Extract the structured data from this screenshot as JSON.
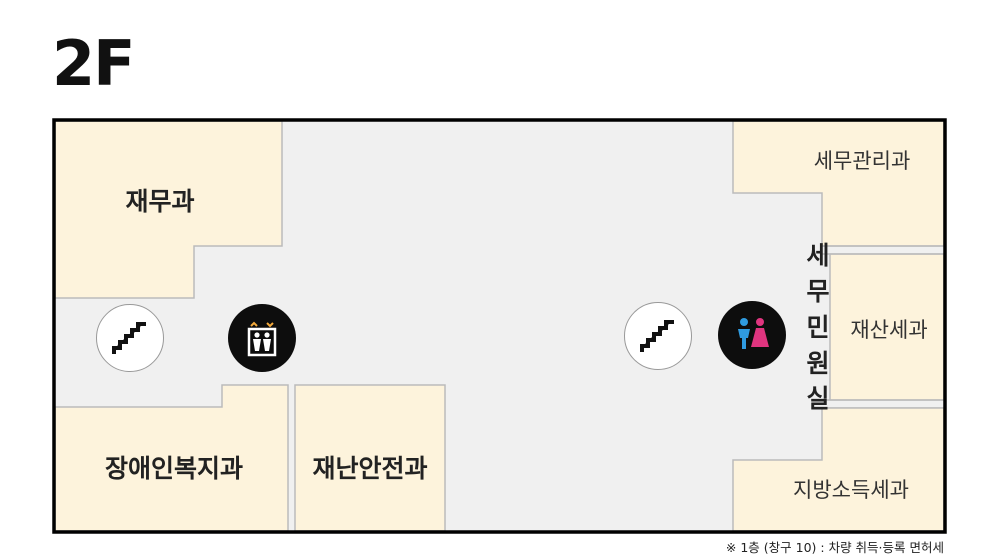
{
  "floor": "2F",
  "rooms": {
    "jaemu": "재무과",
    "semu_gwanri": "세무관리과",
    "semu_minwon": [
      "세",
      "무",
      "민",
      "원",
      "실"
    ],
    "jaesan_se": "재산세과",
    "jangae_bokji": "장애인복지과",
    "jaenan_anjeon": "재난안전과",
    "jibang_sodeukse": "지방소득세과"
  },
  "icons": {
    "stairs_left": "stairs-icon",
    "elevator": "elevator-icon",
    "stairs_right": "stairs-icon",
    "restroom": "restroom-icon"
  },
  "note": "※ 1층 (창구 10) : 차량 취득·등록 면허세",
  "colors": {
    "room_fill": "#fdf3dc",
    "corridor_fill": "#f0f0f0",
    "border": "#000000",
    "male": "#2f9be0",
    "female": "#e0357f",
    "elevator_arrow": "#f2a93b"
  }
}
